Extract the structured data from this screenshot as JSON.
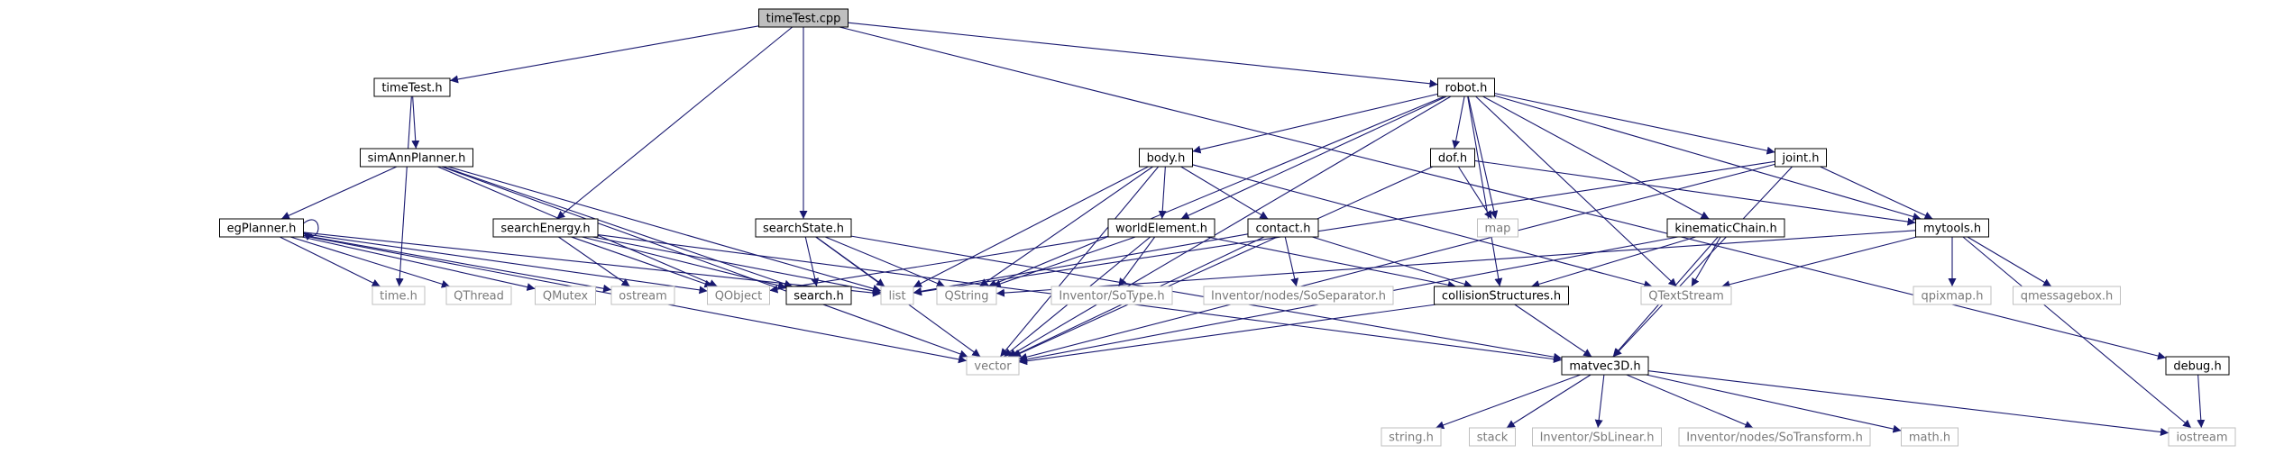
{
  "diagram": {
    "type": "include-dependency-graph",
    "root": "timeTest.cpp",
    "nodes": [
      {
        "id": "timeTest.cpp",
        "label": "timeTest.cpp",
        "kind": "root"
      },
      {
        "id": "timeTest.h",
        "label": "timeTest.h",
        "kind": "doc"
      },
      {
        "id": "simAnnPlanner.h",
        "label": "simAnnPlanner.h",
        "kind": "doc"
      },
      {
        "id": "egPlanner.h",
        "label": "egPlanner.h",
        "kind": "doc"
      },
      {
        "id": "time.h",
        "label": "time.h",
        "kind": "ext"
      },
      {
        "id": "QThread",
        "label": "QThread",
        "kind": "ext"
      },
      {
        "id": "QMutex",
        "label": "QMutex",
        "kind": "ext"
      },
      {
        "id": "ostream",
        "label": "ostream",
        "kind": "ext"
      },
      {
        "id": "QObject",
        "label": "QObject",
        "kind": "ext"
      },
      {
        "id": "searchEnergy.h",
        "label": "searchEnergy.h",
        "kind": "doc"
      },
      {
        "id": "search.h",
        "label": "search.h",
        "kind": "doc"
      },
      {
        "id": "searchState.h",
        "label": "searchState.h",
        "kind": "doc"
      },
      {
        "id": "list",
        "label": "list",
        "kind": "ext"
      },
      {
        "id": "QString",
        "label": "QString",
        "kind": "ext"
      },
      {
        "id": "robot.h",
        "label": "robot.h",
        "kind": "doc"
      },
      {
        "id": "body.h",
        "label": "body.h",
        "kind": "doc"
      },
      {
        "id": "worldElement.h",
        "label": "worldElement.h",
        "kind": "doc"
      },
      {
        "id": "contact.h",
        "label": "contact.h",
        "kind": "doc"
      },
      {
        "id": "dof.h",
        "label": "dof.h",
        "kind": "doc"
      },
      {
        "id": "map",
        "label": "map",
        "kind": "ext"
      },
      {
        "id": "joint.h",
        "label": "joint.h",
        "kind": "doc"
      },
      {
        "id": "kinematicChain.h",
        "label": "kinematicChain.h",
        "kind": "doc"
      },
      {
        "id": "mytools.h",
        "label": "mytools.h",
        "kind": "doc"
      },
      {
        "id": "Inventor/SoType.h",
        "label": "Inventor/SoType.h",
        "kind": "ext"
      },
      {
        "id": "Inventor/nodes/SoSeparator.h",
        "label": "Inventor/nodes/SoSeparator.h",
        "kind": "ext"
      },
      {
        "id": "collisionStructures.h",
        "label": "collisionStructures.h",
        "kind": "doc"
      },
      {
        "id": "QTextStream",
        "label": "QTextStream",
        "kind": "ext"
      },
      {
        "id": "qpixmap.h",
        "label": "qpixmap.h",
        "kind": "ext"
      },
      {
        "id": "qmessagebox.h",
        "label": "qmessagebox.h",
        "kind": "ext"
      },
      {
        "id": "vector",
        "label": "vector",
        "kind": "ext"
      },
      {
        "id": "matvec3D.h",
        "label": "matvec3D.h",
        "kind": "doc"
      },
      {
        "id": "debug.h",
        "label": "debug.h",
        "kind": "doc"
      },
      {
        "id": "iostream",
        "label": "iostream",
        "kind": "ext"
      },
      {
        "id": "string.h",
        "label": "string.h",
        "kind": "ext"
      },
      {
        "id": "stack",
        "label": "stack",
        "kind": "ext"
      },
      {
        "id": "Inventor/SbLinear.h",
        "label": "Inventor/SbLinear.h",
        "kind": "ext"
      },
      {
        "id": "Inventor/nodes/SoTransform.h",
        "label": "Inventor/nodes/SoTransform.h",
        "kind": "ext"
      },
      {
        "id": "math.h",
        "label": "math.h",
        "kind": "ext"
      }
    ],
    "edges": [
      [
        "timeTest.cpp",
        "timeTest.h"
      ],
      [
        "timeTest.cpp",
        "searchEnergy.h"
      ],
      [
        "timeTest.cpp",
        "searchState.h"
      ],
      [
        "timeTest.cpp",
        "robot.h"
      ],
      [
        "timeTest.cpp",
        "debug.h"
      ],
      [
        "timeTest.h",
        "simAnnPlanner.h"
      ],
      [
        "timeTest.h",
        "time.h"
      ],
      [
        "simAnnPlanner.h",
        "egPlanner.h"
      ],
      [
        "simAnnPlanner.h",
        "QObject"
      ],
      [
        "simAnnPlanner.h",
        "search.h"
      ],
      [
        "simAnnPlanner.h",
        "list"
      ],
      [
        "simAnnPlanner.h",
        "vector"
      ],
      [
        "egPlanner.h",
        "egPlanner.h"
      ],
      [
        "egPlanner.h",
        "time.h"
      ],
      [
        "egPlanner.h",
        "QThread"
      ],
      [
        "egPlanner.h",
        "QMutex"
      ],
      [
        "egPlanner.h",
        "ostream"
      ],
      [
        "egPlanner.h",
        "QObject"
      ],
      [
        "egPlanner.h",
        "list"
      ],
      [
        "egPlanner.h",
        "vector"
      ],
      [
        "searchEnergy.h",
        "ostream"
      ],
      [
        "searchEnergy.h",
        "QObject"
      ],
      [
        "searchEnergy.h",
        "search.h"
      ],
      [
        "searchEnergy.h",
        "list"
      ],
      [
        "searchEnergy.h",
        "matvec3D.h"
      ],
      [
        "searchState.h",
        "search.h"
      ],
      [
        "searchState.h",
        "list"
      ],
      [
        "searchState.h",
        "QString"
      ],
      [
        "searchState.h",
        "vector"
      ],
      [
        "searchState.h",
        "matvec3D.h"
      ],
      [
        "robot.h",
        "body.h"
      ],
      [
        "robot.h",
        "dof.h"
      ],
      [
        "robot.h",
        "worldElement.h"
      ],
      [
        "robot.h",
        "map"
      ],
      [
        "robot.h",
        "joint.h"
      ],
      [
        "robot.h",
        "kinematicChain.h"
      ],
      [
        "robot.h",
        "mytools.h"
      ],
      [
        "robot.h",
        "QString"
      ],
      [
        "robot.h",
        "vector"
      ],
      [
        "robot.h",
        "collisionStructures.h"
      ],
      [
        "robot.h",
        "QTextStream"
      ],
      [
        "body.h",
        "worldElement.h"
      ],
      [
        "body.h",
        "contact.h"
      ],
      [
        "body.h",
        "list"
      ],
      [
        "body.h",
        "QString"
      ],
      [
        "body.h",
        "vector"
      ],
      [
        "body.h",
        "QTextStream"
      ],
      [
        "worldElement.h",
        "QObject"
      ],
      [
        "worldElement.h",
        "QString"
      ],
      [
        "worldElement.h",
        "Inventor/SoType.h"
      ],
      [
        "worldElement.h",
        "vector"
      ],
      [
        "worldElement.h",
        "collisionStructures.h"
      ],
      [
        "contact.h",
        "list"
      ],
      [
        "contact.h",
        "Inventor/nodes/SoSeparator.h"
      ],
      [
        "contact.h",
        "collisionStructures.h"
      ],
      [
        "contact.h",
        "vector"
      ],
      [
        "dof.h",
        "map"
      ],
      [
        "dof.h",
        "mytools.h"
      ],
      [
        "dof.h",
        "vector"
      ],
      [
        "joint.h",
        "list"
      ],
      [
        "joint.h",
        "mytools.h"
      ],
      [
        "joint.h",
        "vector"
      ],
      [
        "joint.h",
        "matvec3D.h"
      ],
      [
        "kinematicChain.h",
        "collisionStructures.h"
      ],
      [
        "kinematicChain.h",
        "QTextStream"
      ],
      [
        "kinematicChain.h",
        "vector"
      ],
      [
        "kinematicChain.h",
        "matvec3D.h"
      ],
      [
        "mytools.h",
        "QString"
      ],
      [
        "mytools.h",
        "QTextStream"
      ],
      [
        "mytools.h",
        "qpixmap.h"
      ],
      [
        "mytools.h",
        "qmessagebox.h"
      ],
      [
        "mytools.h",
        "iostream"
      ],
      [
        "collisionStructures.h",
        "vector"
      ],
      [
        "collisionStructures.h",
        "matvec3D.h"
      ],
      [
        "matvec3D.h",
        "string.h"
      ],
      [
        "matvec3D.h",
        "stack"
      ],
      [
        "matvec3D.h",
        "Inventor/SbLinear.h"
      ],
      [
        "matvec3D.h",
        "Inventor/nodes/SoTransform.h"
      ],
      [
        "matvec3D.h",
        "math.h"
      ],
      [
        "matvec3D.h",
        "iostream"
      ],
      [
        "debug.h",
        "iostream"
      ]
    ]
  }
}
